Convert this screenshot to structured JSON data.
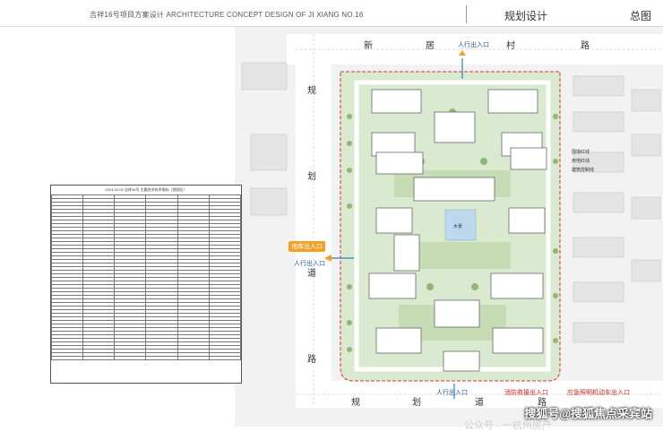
{
  "header": {
    "title": "吉祥16号项目方案设计  ARCHITECTURE CONCEPT DESIGN OF JI XIANG NO.16",
    "section": "规划设计",
    "page": "总图"
  },
  "roads": {
    "north": [
      "新",
      "居",
      "村",
      "路"
    ],
    "west": [
      "规",
      "划",
      "道",
      "路"
    ],
    "south": [
      "规",
      "划",
      "道",
      "路"
    ]
  },
  "gates": {
    "north_pedestrian": "人行出入口",
    "west_vehicle": "地库出入口",
    "west_pedestrian": "人行出入口",
    "south_pedestrian": "人行出入口",
    "south_fire": "消防救援出入口",
    "south_emergency": "应急照明机动车出入口"
  },
  "legend_notes": [
    "围墙红线",
    "用地红线",
    "建筑控制线"
  ],
  "table": {
    "caption": "2024-02-02 吉祥16号 主要经济技术指标（规划后）"
  },
  "pond_label": "水景",
  "watermark": "搜狐号@搜狐焦点采宾站",
  "wechat": "公众号 · 一杭州房产"
}
